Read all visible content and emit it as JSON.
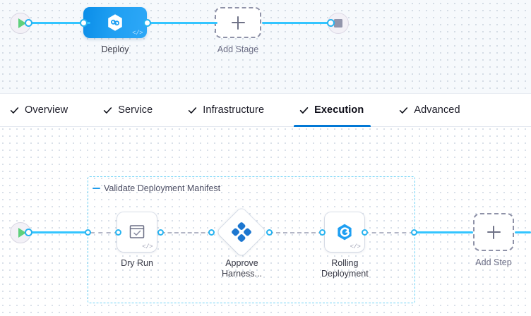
{
  "stage_canvas": {
    "start_node": {
      "name": "pipeline-start",
      "icon": "play-icon"
    },
    "end_node": {
      "name": "pipeline-end",
      "icon": "stop-icon"
    },
    "nodes": [
      {
        "id": "deploy",
        "label": "Deploy",
        "icon": "harness-hexagon-icon",
        "code_badge": "</>",
        "type": "stage"
      },
      {
        "id": "add-stage",
        "label": "Add Stage",
        "icon": "plus-icon",
        "type": "add"
      }
    ]
  },
  "tabs": {
    "items": [
      {
        "label": "Overview",
        "checked": true,
        "active": false
      },
      {
        "label": "Service",
        "checked": true,
        "active": false
      },
      {
        "label": "Infrastructure",
        "checked": true,
        "active": false
      },
      {
        "label": "Execution",
        "checked": true,
        "active": true
      },
      {
        "label": "Advanced",
        "checked": true,
        "active": false
      }
    ],
    "active_underline_color": "#0278d5"
  },
  "step_canvas": {
    "start_node": {
      "name": "execution-start",
      "icon": "play-icon"
    },
    "group": {
      "title": "Validate Deployment Manifest",
      "collapse_icon": "collapse-dash-icon",
      "border_color": "#6fd3f7",
      "steps": [
        {
          "id": "dry-run",
          "label": "Dry Run",
          "icon": "checklist-window-icon",
          "shape": "rounded-square",
          "code_badge": "</>"
        },
        {
          "id": "approve-harness",
          "label": "Approve\nHarness...",
          "icon": "harness-approval-diamond-icon",
          "shape": "diamond",
          "code_badge": ""
        },
        {
          "id": "rolling-deployment",
          "label": "Rolling\nDeployment",
          "icon": "rolling-hexagon-icon",
          "shape": "rounded-square",
          "code_badge": "</>"
        }
      ]
    },
    "add_step": {
      "label": "Add Step",
      "icon": "plus-icon"
    }
  },
  "colors": {
    "accent_blue": "#0278d5",
    "link_blue": "#33c5ff",
    "node_blue": "#1f9ff2",
    "dashed_grey": "#b3b6c6",
    "canvas_top_bg": "#f6f9fc",
    "canvas_bottom_bg": "#ffffff"
  }
}
